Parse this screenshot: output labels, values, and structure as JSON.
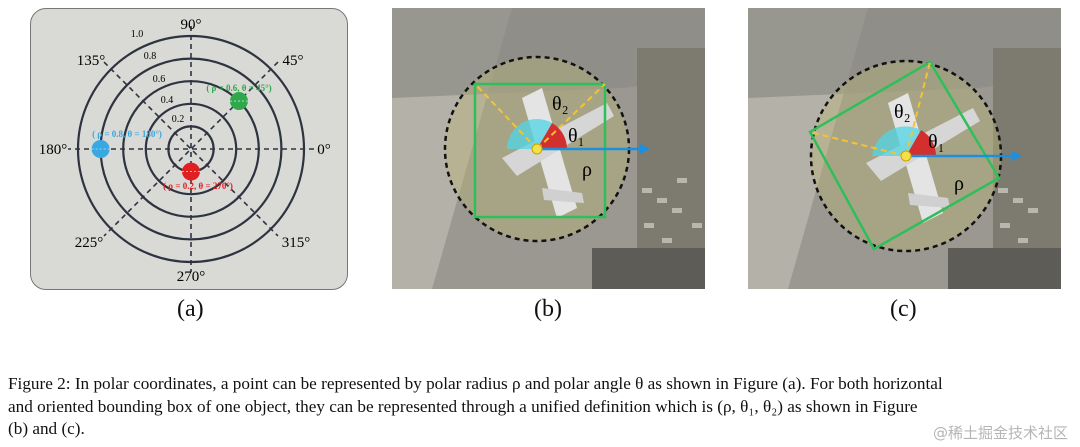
{
  "panel_a": {
    "angle_labels": {
      "a90": "90°",
      "a45": "45°",
      "a0": "0°",
      "a315": "315°",
      "a270": "270°",
      "a225": "225°",
      "a180": "180°",
      "a135": "135°"
    },
    "radius_labels": [
      "0.2",
      "0.4",
      "0.6",
      "0.8",
      "1.0"
    ],
    "points": [
      {
        "label": "( ρ = 0.6,  θ = 45°)",
        "rho": 0.6,
        "theta_deg": 45,
        "color": "#2ea84a"
      },
      {
        "label": "( ρ = 0.8,  θ = 180°)",
        "rho": 0.8,
        "theta_deg": 180,
        "color": "#37a8e0"
      },
      {
        "label": "( ρ = 0.2,  θ = 270°)",
        "rho": 0.2,
        "theta_deg": 270,
        "color": "#e02020"
      }
    ]
  },
  "panel_b": {
    "theta1": "θ₁",
    "theta2": "θ₂",
    "rho": "ρ"
  },
  "panel_c": {
    "theta1": "θ₁",
    "theta2": "θ₂",
    "rho": "ρ"
  },
  "sublabels": {
    "a": "(a)",
    "b": "(b)",
    "c": "(c)"
  },
  "caption": {
    "line1": "Figure 2: In polar coordinates, a point can be represented by polar radius ρ and polar angle θ as shown in Figure (a). For both horizontal",
    "line2": "and oriented bounding box of one object, they can be represented through a unified definition which is (ρ, θ₁, θ₂) as shown in Figure",
    "line3": "(b) and (c)."
  },
  "watermark": "@稀土掘金技术社区"
}
